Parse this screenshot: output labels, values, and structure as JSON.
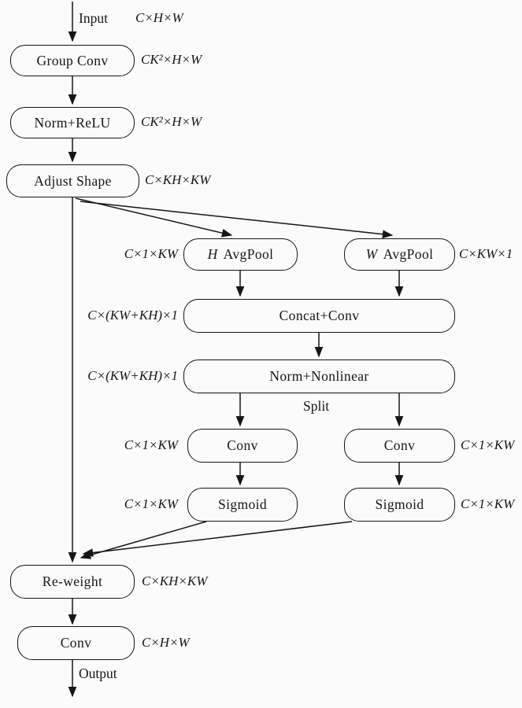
{
  "diagram": {
    "labels": {
      "input": "Input",
      "output": "Output",
      "split": "Split"
    },
    "nodes": {
      "group_conv": "Group Conv",
      "norm_relu": "Norm+ReLU",
      "adjust_shape": "Adjust Shape",
      "h_avgpool_var": "H",
      "h_avgpool_rest": "AvgPool",
      "w_avgpool_var": "W",
      "w_avgpool_rest": "AvgPool",
      "concat_conv": "Concat+Conv",
      "norm_nonlinear": "Norm+Nonlinear",
      "conv_left": "Conv",
      "conv_right": "Conv",
      "sigmoid_left": "Sigmoid",
      "sigmoid_right": "Sigmoid",
      "reweight": "Re-weight",
      "conv_final": "Conv"
    },
    "dims": {
      "input": "C×H×W",
      "group_conv": "CK²×H×W",
      "norm_relu": "CK²×H×W",
      "adjust_shape": "C×KH×KW",
      "h_avgpool": "C×1×KW",
      "w_avgpool": "C×KW×1",
      "concat_conv": "C×(KW+KH)×1",
      "norm_nonlinear": "C×(KW+KH)×1",
      "conv_left": "C×1×KW",
      "conv_right": "C×1×KW",
      "sigmoid_left": "C×1×KW",
      "sigmoid_right": "C×1×KW",
      "reweight": "C×KH×KW",
      "conv_final": "C×H×W"
    },
    "line_color": "#161616",
    "background_color": "#fbfbfb"
  }
}
